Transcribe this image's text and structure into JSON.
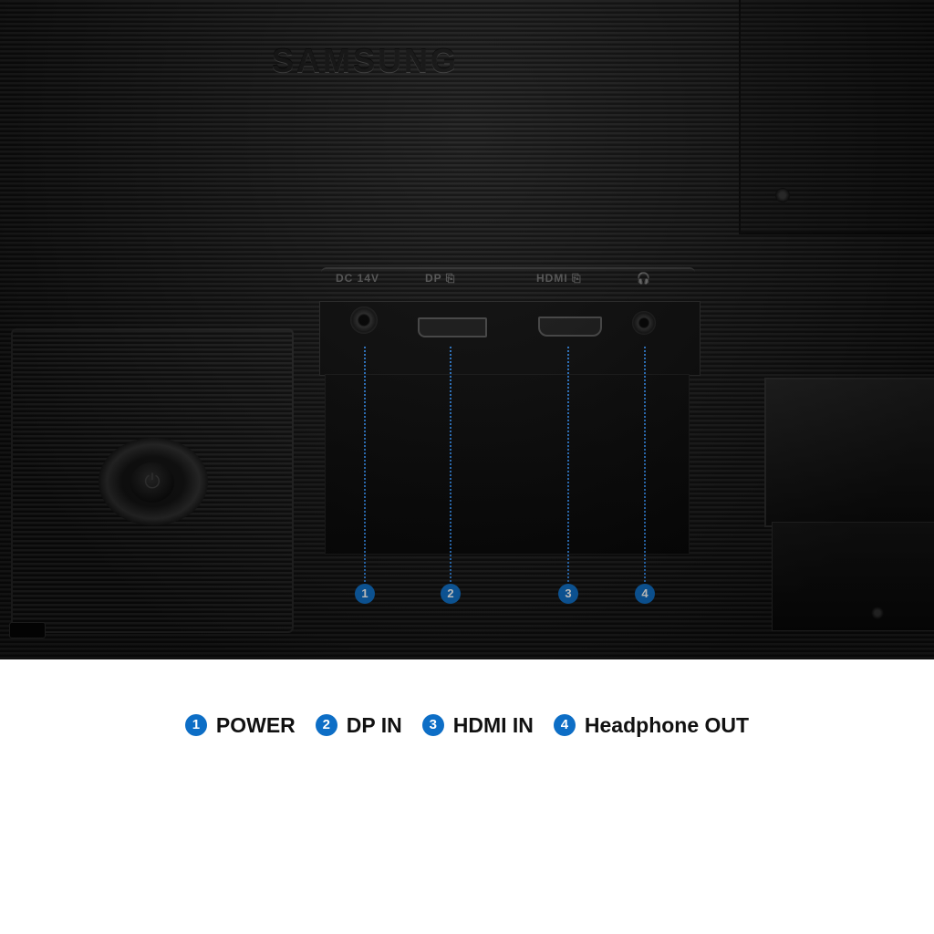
{
  "photo": {
    "brand": "SAMSUNG",
    "port_labels": [
      "DC 14V",
      "DP ⎘",
      "HDMI ⎘",
      "🎧"
    ],
    "power_icon": "⏻"
  },
  "callouts": [
    "1",
    "2",
    "3",
    "4"
  ],
  "legend": [
    {
      "number": "1",
      "label": "POWER"
    },
    {
      "number": "2",
      "label": "DP IN"
    },
    {
      "number": "3",
      "label": "HDMI IN"
    },
    {
      "number": "4",
      "label": "Headphone OUT"
    }
  ],
  "colors": {
    "accent_blue": "#0d6ec6",
    "legend_text": "#111111",
    "background": "#ffffff"
  }
}
